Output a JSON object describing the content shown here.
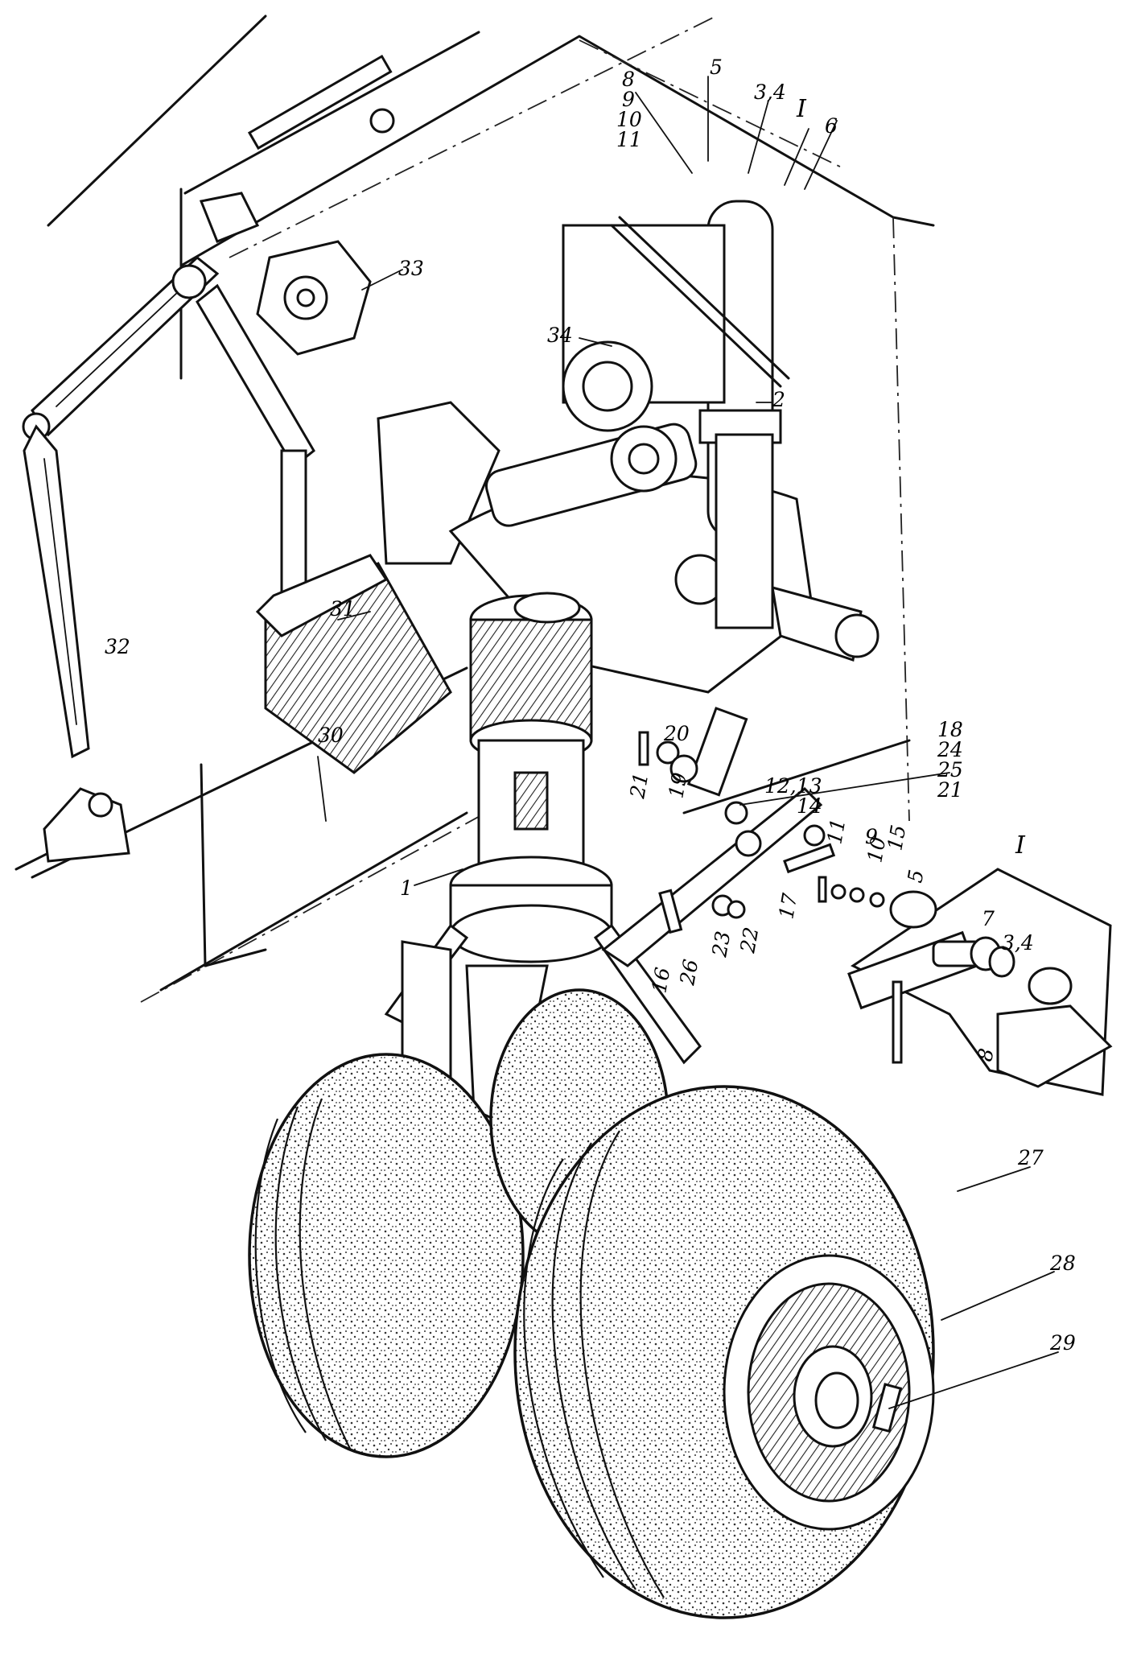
{
  "callouts": {
    "c1": "1",
    "c2": "2",
    "c3_4_top": "3,4",
    "c5_top": "5",
    "c6": "6",
    "c8": "8",
    "c9": "9",
    "c10": "10",
    "c11": "11",
    "cI_top": "I",
    "c12_13": "12,13",
    "c14": "14",
    "c16": "16",
    "c17": "17",
    "c18": "18",
    "c19": "19",
    "c20": "20",
    "c21a": "21",
    "c21b": "21",
    "c22": "22",
    "c23": "23",
    "c24": "24",
    "c25": "25",
    "c26": "26",
    "c27": "27",
    "c28": "28",
    "c29": "29",
    "c30": "30",
    "c31": "31",
    "c32": "32",
    "c33": "33",
    "c34": "34"
  },
  "detail_I": {
    "title": "I",
    "c3_4": "3,4",
    "c5": "5",
    "c7": "7",
    "c8": "8",
    "c9": "9",
    "c10": "10",
    "c11": "11",
    "c15": "15"
  },
  "colors": {
    "ink": "#111111",
    "paper": "#ffffff"
  }
}
